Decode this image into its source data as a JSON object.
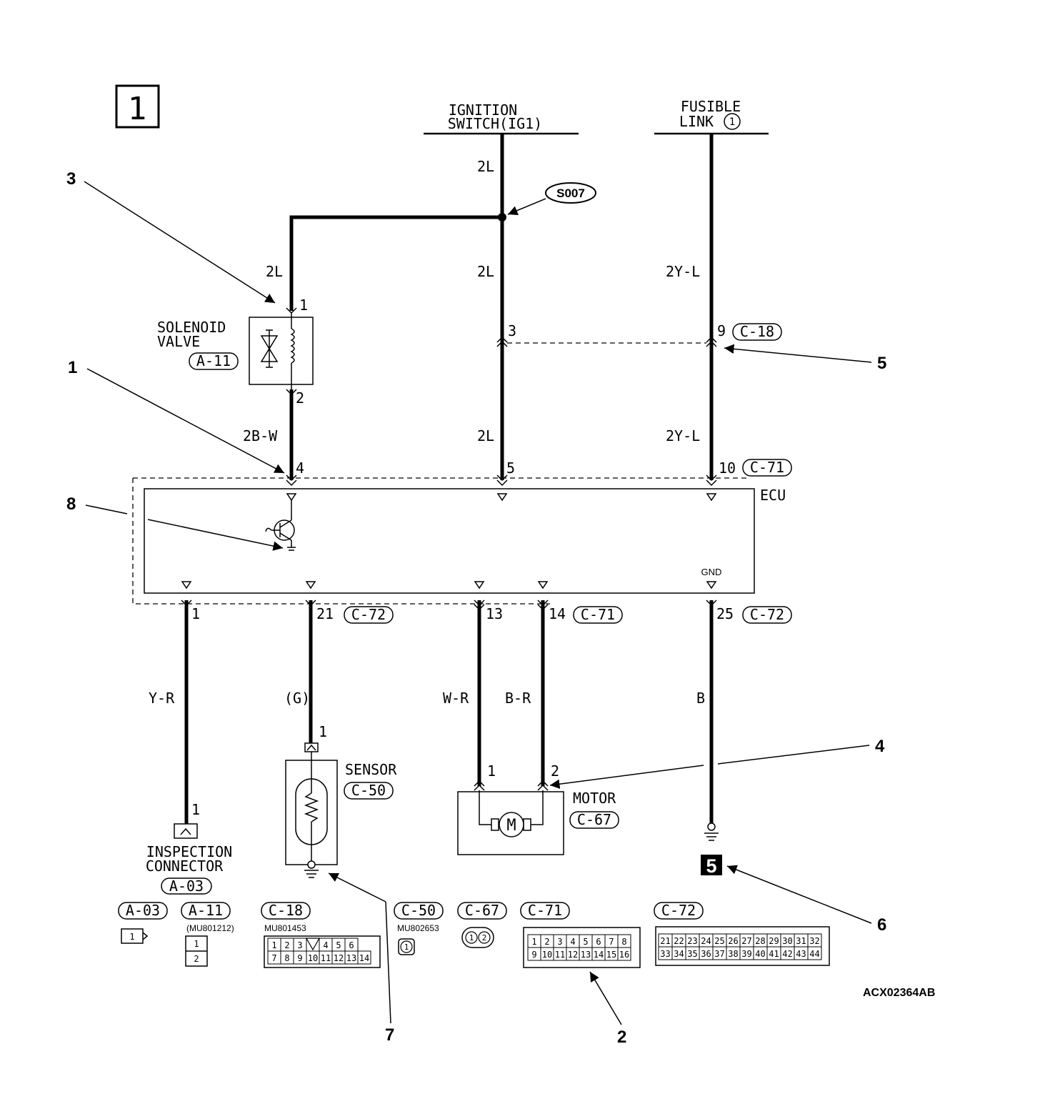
{
  "page_number": "1",
  "drawing_code": "ACX02364AB",
  "sources": {
    "ignition_line1": "IGNITION",
    "ignition_line2": "SWITCH(IG1)",
    "fusible_line1": "FUSIBLE",
    "fusible_line2": "LINK",
    "fusible_num": "1"
  },
  "splice": "S007",
  "ecu": {
    "label": "ECU",
    "gnd": "GND"
  },
  "wires": {
    "ign_top": "2L",
    "left_upper": "2L",
    "mid_upper": "2L",
    "mid_lower": "2L",
    "right_upper": "2Y-L",
    "right_lower": "2Y-L",
    "solenoid_out": "2B-W",
    "inspection": "Y-R",
    "sensor": "(G)",
    "motor1": "W-R",
    "motor2": "B-R",
    "ground": "B"
  },
  "pins": {
    "sol1": "1",
    "sol2": "2",
    "p3": "3",
    "p9": "9",
    "p4": "4",
    "p5": "5",
    "p10": "10",
    "p1": "1",
    "p21": "21",
    "p13": "13",
    "p14": "14",
    "p25": "25",
    "ins1": "1",
    "sen1": "1",
    "mot1": "1",
    "mot2": "2"
  },
  "connectors": {
    "c18": "C-18",
    "c71a": "C-71",
    "c72a": "C-72",
    "c71b": "C-71",
    "c72b": "C-72",
    "a11": "A-11",
    "c50": "C-50",
    "c67": "C-67",
    "a03": "A-03"
  },
  "components": {
    "solenoid_line1": "SOLENOID",
    "solenoid_line2": "VALVE",
    "sensor": "SENSOR",
    "motor": "MOTOR",
    "inspection_line1": "INSPECTION",
    "inspection_line2": "CONNECTOR",
    "ground_ref": "5"
  },
  "callouts": {
    "c1": "1",
    "c2": "2",
    "c3": "3",
    "c4": "4",
    "c5": "5",
    "c6": "6",
    "c7": "7",
    "c8": "8"
  },
  "legend": {
    "a03": {
      "label": "A-03",
      "pins": [
        "1"
      ]
    },
    "a11": {
      "label": "A-11",
      "part": "(MU801212)",
      "pins": [
        "1",
        "2"
      ]
    },
    "c18": {
      "label": "C-18",
      "part": "MU801453",
      "row1": [
        "1",
        "2",
        "3",
        "4",
        "5",
        "6"
      ],
      "row2": [
        "7",
        "8",
        "9",
        "10",
        "11",
        "12",
        "13",
        "14"
      ]
    },
    "c50": {
      "label": "C-50",
      "part": "MU802653",
      "pins": [
        "1"
      ]
    },
    "c67": {
      "label": "C-67",
      "pins": [
        "1",
        "2"
      ]
    },
    "c71": {
      "label": "C-71",
      "row1": [
        "1",
        "2",
        "3",
        "4",
        "5",
        "6",
        "7",
        "8"
      ],
      "row2": [
        "9",
        "10",
        "11",
        "12",
        "13",
        "14",
        "15",
        "16"
      ]
    },
    "c72": {
      "label": "C-72",
      "row1": [
        "21",
        "22",
        "23",
        "24",
        "25",
        "26",
        "27",
        "28",
        "29",
        "30",
        "31",
        "32"
      ],
      "row2": [
        "33",
        "34",
        "35",
        "36",
        "37",
        "38",
        "39",
        "40",
        "41",
        "42",
        "43",
        "44"
      ]
    }
  }
}
